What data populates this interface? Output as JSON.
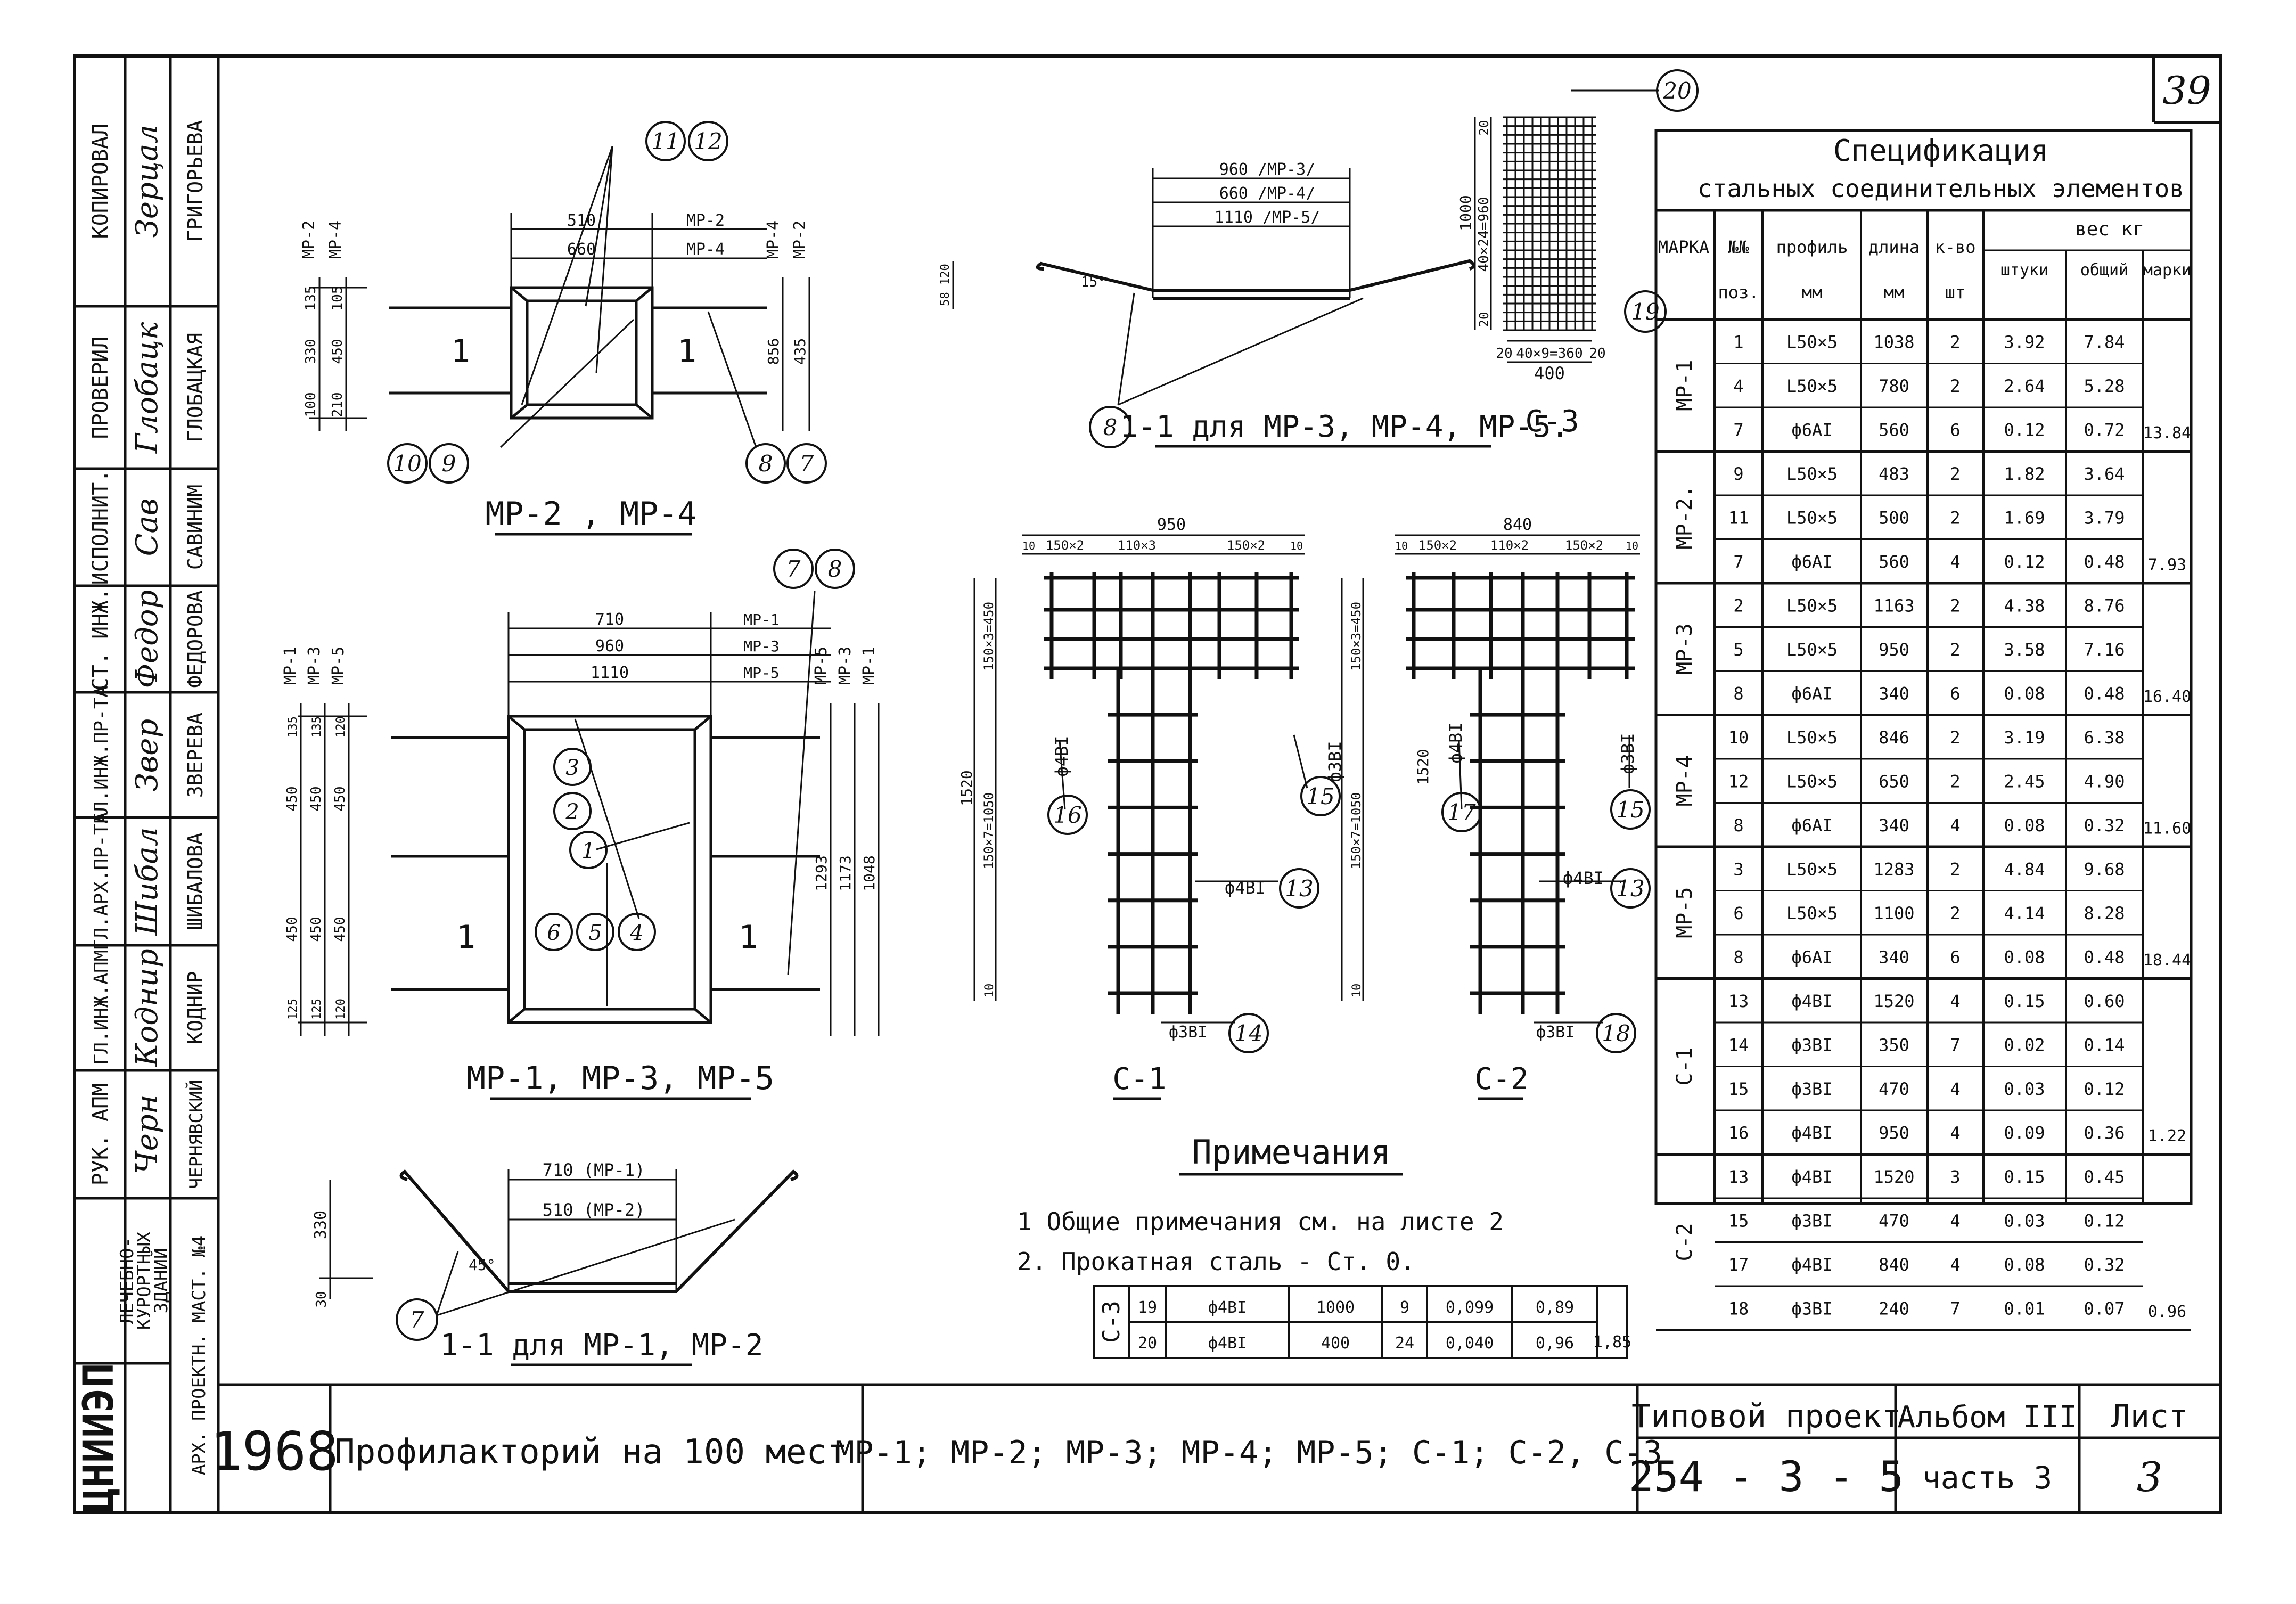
{
  "sheet_corner_number": "39",
  "left_stamp": {
    "roles": [
      "КОПИРОВАЛ",
      "ПРОВЕРИЛ",
      "ИСПОЛНИТ.",
      "СТ. ИНЖ.",
      "ГЛ.ИНЖ.ПР-ТА",
      "ГЛ.АРХ.ПР-ТА",
      "ГЛ.ИНЖ.АПМ",
      "РУК. АПМ",
      "АРХ. ПРОЕКТН. МАСТ. №4"
    ],
    "names": [
      "ГРИГОРЬЕВА",
      "ГЛОБАЦКАЯ",
      "САВИНИМ",
      "ФЕДОРОВА",
      "ЗВЕРЕВА",
      "ШИБАЛОВА",
      "КОДНИР",
      "ЧЕРНЯВСКИЙ"
    ],
    "signatures": [
      "Зерцал",
      "Глобацк",
      "Сав",
      "Федор",
      "Звер",
      "Шибал",
      "Коднир",
      "Черн"
    ],
    "org_lines": [
      "ЛЕЧЕБНО-",
      "КУРОРТНЫХ",
      "ЗДАНИЙ"
    ],
    "org_logo": "ЦНИИЭП"
  },
  "title_block": {
    "year": "1968",
    "project_name": "Профилакторий на 100 мест",
    "elements": "МР-1; МР-2; МР-3; МР-4; МР-5; С-1; С-2, С-3",
    "typical_project_label": "Типовой проект",
    "typical_project_number": "254 - 3 - 5",
    "album_label": "Альбом III",
    "part_label": "часть 3",
    "sheet_label": "Лист",
    "sheet_number": "3"
  },
  "drawings": {
    "mr24": {
      "caption": "МР-2 , МР-4",
      "dims_top": [
        "510",
        "660"
      ],
      "marks_top": [
        "МР-2",
        "МР-4"
      ],
      "marks_left": [
        "МР-2",
        "МР-4"
      ],
      "marks_right": [
        "МР-4",
        "МР-2"
      ],
      "dims_left_a": [
        "135",
        "330",
        "100"
      ],
      "dims_left_b": [
        "105",
        "450",
        "210"
      ],
      "dims_right": [
        "856",
        "435"
      ],
      "cut_mark": "1",
      "callouts": [
        "11",
        "12",
        "10",
        "9",
        "8",
        "7"
      ]
    },
    "mr135": {
      "caption": "МР-1, МР-3, МР-5",
      "dims_top": [
        "710",
        "960",
        "1110"
      ],
      "marks_top": [
        "МР-1",
        "МР-3",
        "МР-5"
      ],
      "marks_left": [
        "МР-1",
        "МР-3",
        "МР-5"
      ],
      "marks_right": [
        "МР-5",
        "МР-3",
        "МР-1"
      ],
      "dims_left": [
        "450",
        "450",
        "450",
        "450",
        "450",
        "450"
      ],
      "dims_left_small": [
        "135",
        "135",
        "120",
        "125",
        "125",
        "120"
      ],
      "dims_right": [
        "1293",
        "1173",
        "1048"
      ],
      "cut_mark": "1",
      "callouts": [
        "3",
        "2",
        "1",
        "6",
        "5",
        "4",
        "7",
        "8"
      ]
    },
    "sec11_mr12": {
      "caption": "1-1 для МР-1, МР-2",
      "dims": [
        "710 (МР-1)",
        "510 (МР-2)"
      ],
      "height": "330",
      "base": "30",
      "angle": "45°",
      "callout": "7"
    },
    "sec11_mr345": {
      "caption": "1-1 для МР-3, МР-4, МР-5.",
      "dims": [
        "960 /МР-3/",
        "660 /МР-4/",
        "1110 /МР-5/"
      ],
      "angle": "15°",
      "height": "58 120",
      "callout": "8"
    },
    "c3": {
      "caption": "С-3",
      "callouts": [
        "20",
        "19"
      ],
      "dims_left": [
        "1000",
        "40×24=960",
        "20",
        "20"
      ],
      "dims_bottom": [
        "20",
        "40×9=360",
        "20"
      ],
      "width": "400"
    },
    "c1": {
      "caption": "С-1",
      "dims_top": [
        "950",
        "10",
        "150×2",
        "110×3",
        "150×2",
        "10"
      ],
      "dims_left": [
        "150×3=450",
        "1520",
        "150×7=1050",
        "10"
      ],
      "rebar_labels": [
        "ф4ВI",
        "ф4ВI",
        "ф3ВI"
      ],
      "callouts": [
        "16",
        "15",
        "13",
        "14"
      ],
      "side_label": "ф3ВI"
    },
    "c2": {
      "caption": "С-2",
      "dims_top": [
        "840",
        "10",
        "150×2",
        "110×2",
        "150×2",
        "10"
      ],
      "dims_left": [
        "150×3=450",
        "1520",
        "150×7=1050",
        "10"
      ],
      "rebar_labels": [
        "ф4ВI",
        "ф3ВI",
        "ф4ВI",
        "ф3ВI"
      ],
      "callouts": [
        "17",
        "15",
        "13",
        "18"
      ]
    }
  },
  "notes": {
    "title": "Примечания",
    "items": [
      "1 Общие примечания см. на листе 2",
      "2. Прокатная сталь - Ст. 0."
    ]
  },
  "c3_table": {
    "mark": "С-3",
    "rows": [
      [
        "19",
        "ф4ВI",
        "1000",
        "9",
        "0,099",
        "0,89"
      ],
      [
        "20",
        "ф4ВI",
        "400",
        "24",
        "0,040",
        "0,96"
      ]
    ],
    "total": "1,85"
  },
  "spec": {
    "title_1": "Спецификация",
    "title_2": "стальных соединительных элементов",
    "headers": {
      "mark": "МАРКА",
      "pos": [
        "№№",
        "поз."
      ],
      "profile": [
        "профиль",
        "мм"
      ],
      "length": [
        "длина",
        "мм"
      ],
      "qty": [
        "к-во",
        "шт"
      ],
      "weight": "вес кг",
      "weight_sub": [
        "штуки",
        "общий",
        "марки"
      ]
    },
    "groups": [
      {
        "mark": "МР-1",
        "total": "13.84",
        "rows": [
          [
            "1",
            "L50×5",
            "1038",
            "2",
            "3.92",
            "7.84"
          ],
          [
            "4",
            "L50×5",
            "780",
            "2",
            "2.64",
            "5.28"
          ],
          [
            "7",
            "ф6АI",
            "560",
            "6",
            "0.12",
            "0.72"
          ]
        ]
      },
      {
        "mark": "МР-2.",
        "total": "7.93",
        "rows": [
          [
            "9",
            "L50×5",
            "483",
            "2",
            "1.82",
            "3.64"
          ],
          [
            "11",
            "L50×5",
            "500",
            "2",
            "1.69",
            "3.79"
          ],
          [
            "7",
            "ф6АI",
            "560",
            "4",
            "0.12",
            "0.48"
          ]
        ]
      },
      {
        "mark": "МР-3",
        "total": "16.40",
        "rows": [
          [
            "2",
            "L50×5",
            "1163",
            "2",
            "4.38",
            "8.76"
          ],
          [
            "5",
            "L50×5",
            "950",
            "2",
            "3.58",
            "7.16"
          ],
          [
            "8",
            "ф6АI",
            "340",
            "6",
            "0.08",
            "0.48"
          ]
        ]
      },
      {
        "mark": "МР-4",
        "total": "11.60",
        "rows": [
          [
            "10",
            "L50×5",
            "846",
            "2",
            "3.19",
            "6.38"
          ],
          [
            "12",
            "L50×5",
            "650",
            "2",
            "2.45",
            "4.90"
          ],
          [
            "8",
            "ф6АI",
            "340",
            "4",
            "0.08",
            "0.32"
          ]
        ]
      },
      {
        "mark": "МР-5",
        "total": "18.44",
        "rows": [
          [
            "3",
            "L50×5",
            "1283",
            "2",
            "4.84",
            "9.68"
          ],
          [
            "6",
            "L50×5",
            "1100",
            "2",
            "4.14",
            "8.28"
          ],
          [
            "8",
            "ф6АI",
            "340",
            "6",
            "0.08",
            "0.48"
          ]
        ]
      },
      {
        "mark": "С-1",
        "total": "1.22",
        "rows": [
          [
            "13",
            "ф4ВI",
            "1520",
            "4",
            "0.15",
            "0.60"
          ],
          [
            "14",
            "ф3ВI",
            "350",
            "7",
            "0.02",
            "0.14"
          ],
          [
            "15",
            "ф3ВI",
            "470",
            "4",
            "0.03",
            "0.12"
          ],
          [
            "16",
            "ф4ВI",
            "950",
            "4",
            "0.09",
            "0.36"
          ]
        ]
      },
      {
        "mark": "С-2",
        "total": "0.96",
        "rows": [
          [
            "13",
            "ф4ВI",
            "1520",
            "3",
            "0.15",
            "0.45"
          ],
          [
            "15",
            "ф3ВI",
            "470",
            "4",
            "0.03",
            "0.12"
          ],
          [
            "17",
            "ф4ВI",
            "840",
            "4",
            "0.08",
            "0.32"
          ],
          [
            "18",
            "ф3ВI",
            "240",
            "7",
            "0.01",
            "0.07"
          ]
        ]
      }
    ]
  }
}
